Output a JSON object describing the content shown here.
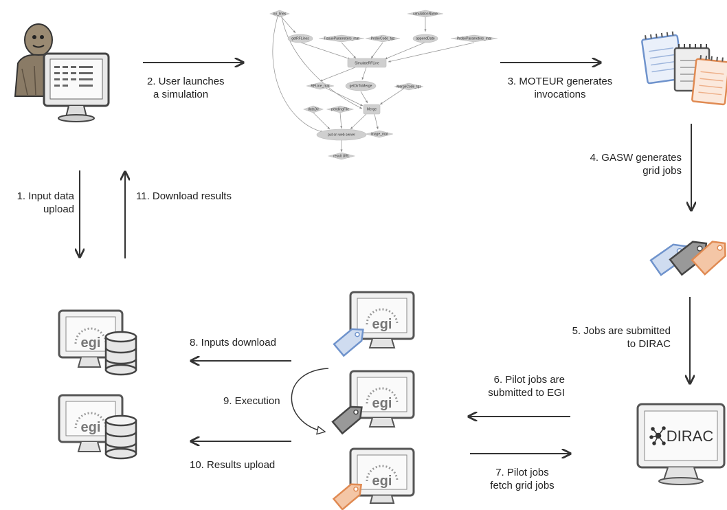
{
  "steps": {
    "s1": [
      "1. Input data",
      "upload"
    ],
    "s2": [
      "2. User launches",
      "a simulation"
    ],
    "s3": [
      "3. MOTEUR generates",
      "invocations"
    ],
    "s4": [
      "4. GASW generates",
      "grid jobs"
    ],
    "s5": [
      "5. Jobs are submitted",
      "to DIRAC"
    ],
    "s6": [
      "6. Pilot jobs are",
      "submitted to EGI"
    ],
    "s7": [
      "7. Pilot jobs",
      "fetch grid jobs"
    ],
    "s8": "8. Inputs download",
    "s9": "9. Execution",
    "s10": "10. Results upload",
    "s11": "11. Download results"
  },
  "workflow": {
    "nodes": [
      "no_lines",
      "simulationName",
      "getRFLines",
      "TissueParameters_mat",
      "ProbeCode_tgz",
      "appendDate",
      "ProbeParameters_mat",
      "SimulateRFLine",
      "RFLine_mat",
      "getDirToMerge",
      "MergeCode_tgz",
      "dataDir",
      "pendingFile",
      "Merge",
      "put on web server",
      "image_mat",
      "result URL"
    ]
  },
  "logos": {
    "egi": "egi",
    "dirac": "DIRAC"
  },
  "colors": {
    "arrow": "#333333",
    "monitor": "#555555",
    "tag_blue": "#7ea3d6",
    "tag_gray": "#777777",
    "tag_orange": "#e8945a",
    "workflow_node": "#cfcfcf"
  }
}
